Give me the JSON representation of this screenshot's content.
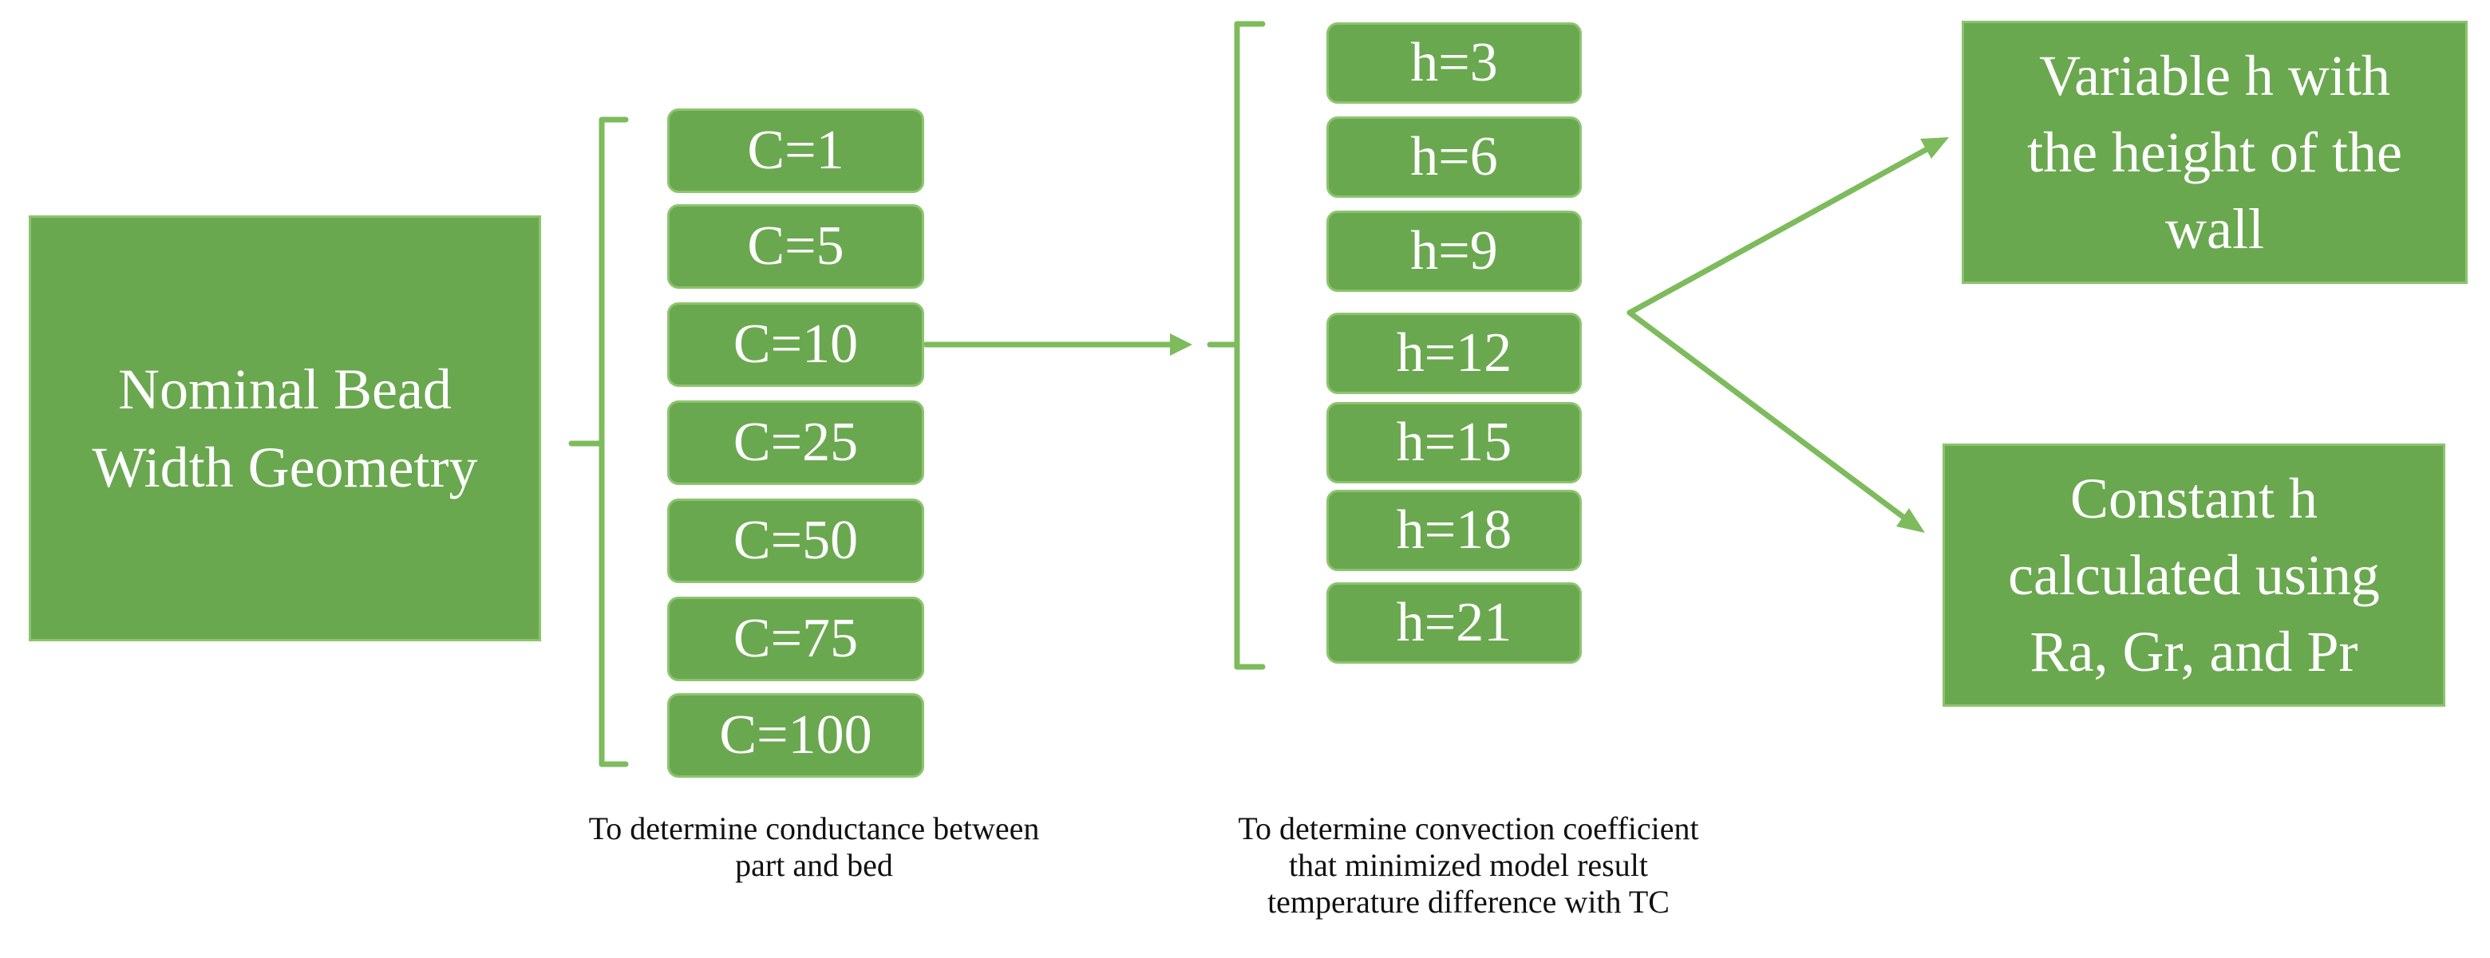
{
  "main_box": {
    "lines": [
      "Nominal Bead",
      "Width Geometry"
    ]
  },
  "conductance_values": [
    "C=1",
    "C=5",
    "C=10",
    "C=25",
    "C=50",
    "C=75",
    "C=100"
  ],
  "convection_values": [
    "h=3",
    "h=6",
    "h=9",
    "h=12",
    "h=15",
    "h=18",
    "h=21"
  ],
  "outcome_top": {
    "lines": [
      "Variable h with",
      "the height of the",
      "wall"
    ]
  },
  "outcome_bottom": {
    "lines": [
      "Constant h",
      "calculated using",
      "Ra, Gr, and Pr"
    ]
  },
  "captions": {
    "conductance": [
      "To determine conductance between",
      "part and bed"
    ],
    "convection": [
      "To determine convection coefficient",
      "that minimized model result",
      "temperature difference with TC"
    ]
  },
  "colors": {
    "box_fill": "#6aa84f",
    "box_border": "#8cc46e",
    "connector": "#7dbb5c",
    "text_on_box": "#ffffff"
  }
}
